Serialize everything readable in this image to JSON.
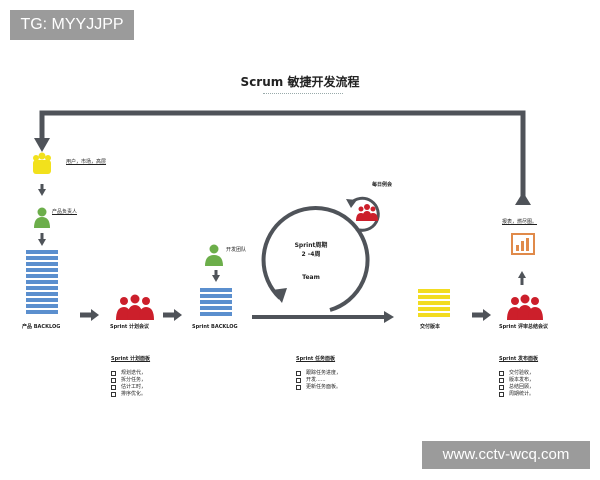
{
  "watermarks": {
    "top_left": "TG: MYYJJPP",
    "bottom_right": "www.cctv-wcq.com"
  },
  "title": "Scrum 敏捷开发流程",
  "labels": {
    "stakeholders": "用户，市场，高层",
    "product_owner": "产品负责人",
    "product_backlog": "产品 BACKLOG",
    "sprint_planning": "Sprint 计划会议",
    "sprint_backlog": "Sprint BACKLOG",
    "dev_team": "开发团队",
    "sprint_cycle": "Sprint周期",
    "sprint_weeks": "2 -4周",
    "team": "Team",
    "daily_standup": "每日例会",
    "deliverable": "交付版本",
    "sprint_review": "Sprint 评审总结会议",
    "report": "报表，燃尽图。"
  },
  "sections": {
    "planning": {
      "heading": "Sprint 计划面板",
      "items": [
        "规划迭代，",
        "拆分任务，",
        "估计工时，",
        "排序优化。"
      ]
    },
    "task": {
      "heading": "Sprint 任务面板",
      "items": [
        "跟踪任务进度，",
        "开发......",
        "更新任务面板。"
      ]
    },
    "release": {
      "heading": "Sprint 发布面板",
      "items": [
        "交付验收，",
        "版本发布，",
        "总结回顾，",
        "周期统计。"
      ]
    }
  },
  "colors": {
    "backlog": "#5b8fce",
    "team_red": "#cc1f2b",
    "person_green": "#6cae4a",
    "person_yellow": "#f2e11c",
    "deliverable": "#f2dc21",
    "arrow": "#4f5359",
    "chart_icon": "#e08a4a"
  }
}
